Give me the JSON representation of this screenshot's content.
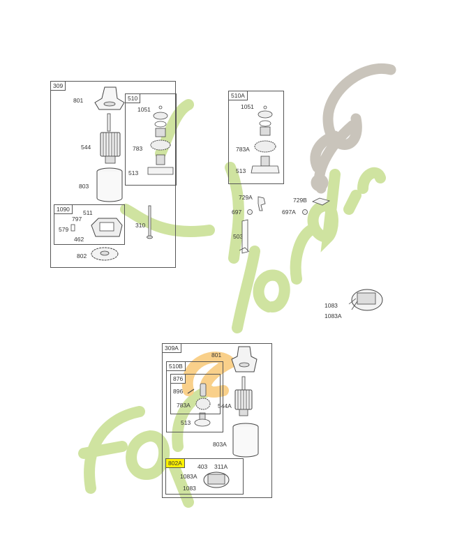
{
  "groups": {
    "g309": {
      "tag": "309",
      "labels": {
        "p801": "801",
        "p544": "544",
        "p803": "803",
        "p310": "310",
        "p802": "802"
      }
    },
    "g510": {
      "tag": "510",
      "labels": {
        "p1051": "1051",
        "p783": "783",
        "p513": "513"
      }
    },
    "g1090": {
      "tag": "1090",
      "labels": {
        "p511": "511",
        "p797": "797",
        "p579": "579",
        "p462": "462"
      }
    },
    "g510A": {
      "tag": "510A",
      "labels": {
        "p1051": "1051",
        "p783A": "783A",
        "p513": "513"
      }
    },
    "loose": {
      "labels": {
        "p729A": "729A",
        "p729B": "729B",
        "p697": "697",
        "p697A": "697A",
        "p503": "503",
        "p1083": "1083",
        "p1083A": "1083A"
      }
    },
    "g309A": {
      "tag": "309A",
      "labels": {
        "p801": "801",
        "p544A": "544A",
        "p803A": "803A"
      }
    },
    "g510B": {
      "tag": "510B",
      "labels": {
        "p513": "513"
      }
    },
    "g876": {
      "tag": "876",
      "labels": {
        "p896": "896",
        "p783A": "783A"
      }
    },
    "g802A": {
      "tag": "802A",
      "labels": {
        "p403": "403",
        "p311A": "311A",
        "p1083A": "1083A",
        "p1083": "1083"
      }
    }
  },
  "watermark": {
    "text_green": "for",
    "text_orange": "e",
    "text_green2": "jardin",
    "text_grey": ".com",
    "colors": {
      "green": "#cfe3a0",
      "orange": "#f9d08a",
      "grey": "#c9c4bb"
    }
  }
}
